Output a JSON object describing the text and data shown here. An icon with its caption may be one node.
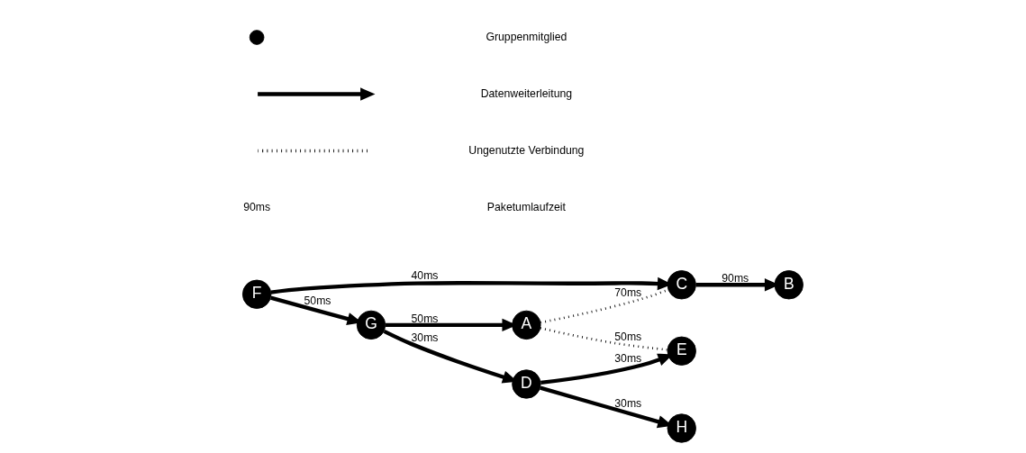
{
  "diagram": {
    "nodes": [
      {
        "text": [
          "A"
        ]
      },
      {
        "text": [
          "B"
        ]
      },
      {
        "text": [
          "C"
        ]
      },
      {
        "text": [
          "D"
        ]
      },
      {
        "text": [
          "E"
        ]
      },
      {
        "text": [
          "F"
        ]
      },
      {
        "text": [
          "G"
        ]
      },
      {
        "text": [
          "H"
        ]
      }
    ],
    "edges": [
      {
        "from": 0,
        "to": 4,
        "arrow": "none",
        "label": "50ms",
        "style": "dashed"
      },
      {
        "from": 3,
        "to": 4,
        "arrow": "to",
        "label": "30ms"
      },
      {
        "from": 3,
        "to": 7,
        "arrow": "to",
        "label": "30ms"
      },
      {
        "from": 6,
        "to": 0,
        "arrow": "to",
        "label": "50ms"
      },
      {
        "from": 6,
        "to": 3,
        "arrow": "to",
        "label": "30ms"
      },
      {
        "from": 0,
        "to": 2,
        "arrow": "none",
        "label": "70ms",
        "style": "dashed"
      },
      {
        "from": 5,
        "to": 6,
        "arrow": "to",
        "label": "50ms"
      },
      {
        "from": 2,
        "to": 1,
        "arrow": "to",
        "label": "90ms"
      },
      {
        "from": 5,
        "to": 2,
        "arrow": "to",
        "label": "40ms"
      }
    ],
    "labels": [
      "90ms"
    ],
    "legend": [
      {
        "text": "Gruppenmitglied"
      },
      {
        "text": "Datenweiterleitung"
      },
      {
        "text": "Ungenutzte Verbindung"
      },
      {
        "text": "Paketumlaufzeit"
      }
    ]
  }
}
